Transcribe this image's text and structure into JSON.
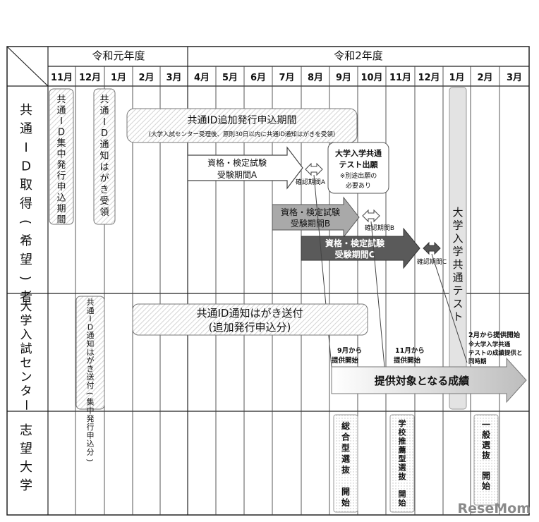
{
  "headers": {
    "reiwa1": "令和元年度",
    "reiwa2": "令和2年度",
    "months": [
      "11月",
      "12月",
      "1月",
      "2月",
      "3月",
      "4月",
      "5月",
      "6月",
      "7月",
      "8月",
      "9月",
      "10月",
      "11月",
      "12月",
      "1月",
      "2月",
      "3月"
    ]
  },
  "rows": {
    "applicant": "共通ID取得(希望)者",
    "center": "大学入試センター",
    "university": "志望大学"
  },
  "applicant_items": {
    "bulk_apply": "共通ID集中発行申込期間",
    "notice_receive": "共通ID通知はがき受領",
    "additional_period": "共通ID追加発行申込期間",
    "additional_note": "(大学入試センター受理後、原則30日以内に共通ID通知はがきを受領)",
    "exam_a": "資格・検定試験 受験期間A",
    "confirm_a": "確認期間A",
    "exam_b": "資格・検定試験 受験期間B",
    "confirm_b": "確認期間B",
    "exam_c": "資格・検定試験 受験期間C",
    "confirm_c": "確認期間C",
    "test_application": "大学入学共通テスト出願",
    "test_application_note": "※別途出願の必要あり",
    "common_test": "大学入学共通テスト"
  },
  "center_items": {
    "notice_send": "共通ID通知はがき送付(集中発行申込分)",
    "notice_send_additional_1": "共通ID通知はがき送付",
    "notice_send_additional_2": "(追加発行申込分)",
    "start_sep": "9月から提供開始",
    "start_nov": "11月から提供開始",
    "start_feb": "2月から提供開始 ※大学入学共通テストの成績提供と同時期",
    "results": "提供対象となる成績"
  },
  "university_items": {
    "comprehensive": "総合型選抜 開始",
    "recommendation": "学校推薦型選抜 開始",
    "general": "一般選抜 開始"
  },
  "watermark": "ReseMom"
}
